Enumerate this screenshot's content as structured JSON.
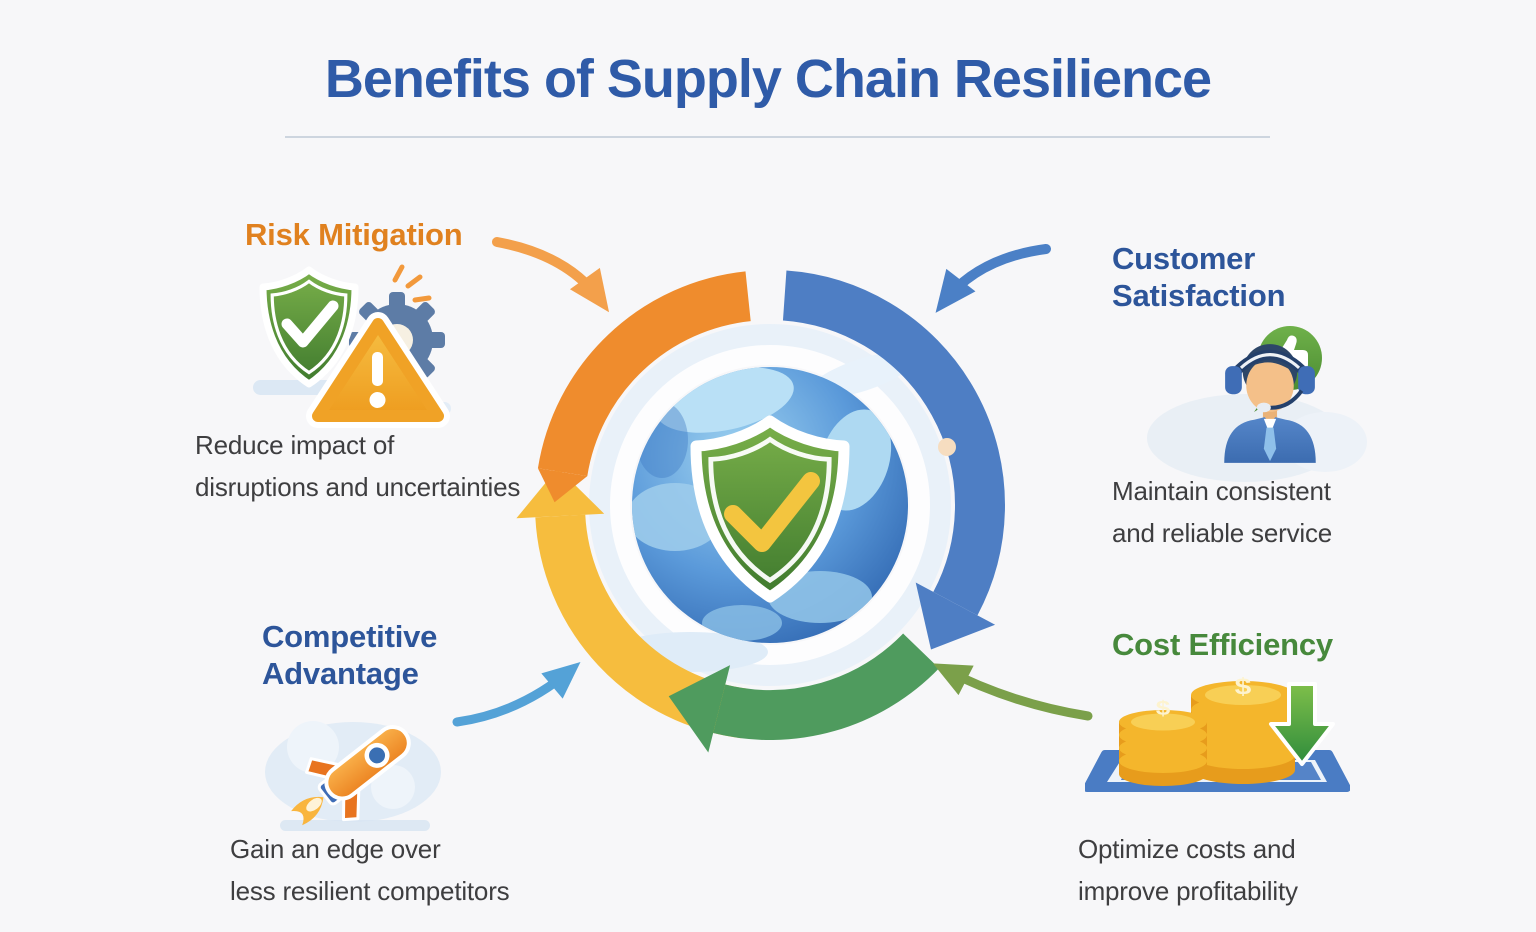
{
  "title": "Benefits of Supply Chain Resilience",
  "benefits": [
    {
      "id": "risk-mitigation",
      "label": "Risk Mitigation",
      "description": "Reduce impact of\ndisruptions and uncertainties",
      "accent_color": "#e0811f",
      "icon": "shield-check-warning-gear-icon",
      "position": "top-left"
    },
    {
      "id": "customer-satisfaction",
      "label": "Customer\nSatisfaction",
      "description": "Maintain consistent\nand reliable service",
      "accent_color": "#2d559a",
      "icon": "support-agent-thumbs-up-icon",
      "position": "top-right"
    },
    {
      "id": "competitive-advantage",
      "label": "Competitive\nAdvantage",
      "description": "Gain an edge over\nless resilient competitors",
      "accent_color": "#2d559a",
      "icon": "rocket-icon",
      "position": "bottom-left"
    },
    {
      "id": "cost-efficiency",
      "label": "Cost Efficiency",
      "description": "Optimize costs and\nimprove profitability",
      "accent_color": "#47893c",
      "icon": "coin-stacks-down-arrow-icon",
      "position": "bottom-right"
    }
  ],
  "center": {
    "icon": "globe-with-shield-checkmark",
    "cycle_arrow_colors": [
      "#ef8c2d",
      "#4e7ec4",
      "#4f9b5e",
      "#f6bd3e"
    ],
    "cycle_direction": "clockwise"
  },
  "connector_arrows": {
    "risk_mitigation": "#f3a04b",
    "customer_satisfaction": "#4b80c6",
    "competitive_advantage": "#54a2d7",
    "cost_efficiency": "#7ba04a"
  },
  "colors": {
    "background": "#f7f7f9",
    "title": "#2f5ba8",
    "body_text": "#3e3e40",
    "divider": "#cdd5df",
    "shield_green": "#4f8a34",
    "globe_blue": "#4186cf",
    "check_yellow": "#f3c53f"
  }
}
